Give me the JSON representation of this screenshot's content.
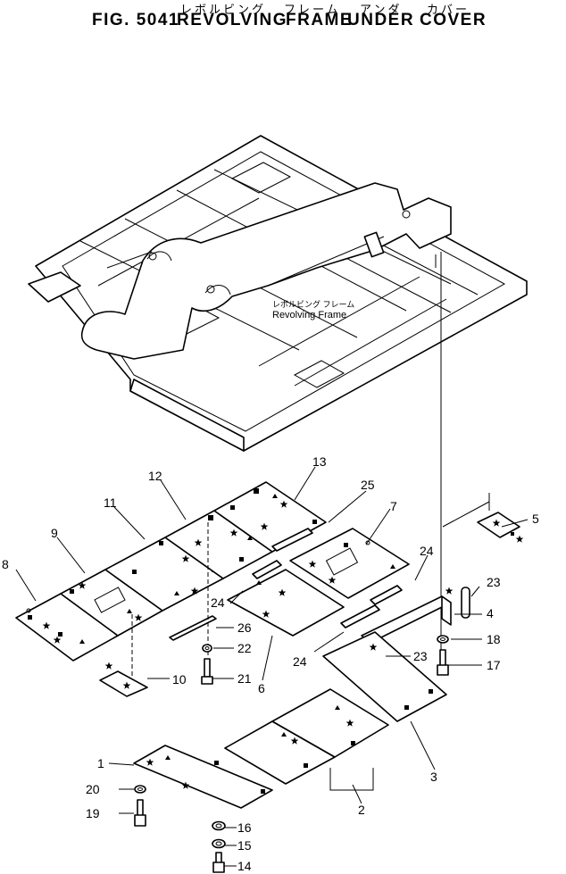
{
  "title": {
    "jp_words": [
      "レボルビング",
      "フレーム",
      "アンダ",
      "カバー"
    ],
    "fig_no": "FIG. 5041",
    "words": [
      "REVOLVING",
      "FRAME",
      "UNDER",
      "COVER"
    ]
  },
  "frame_label": {
    "jp": "レボルビング フレーム",
    "en": "Revolving Frame"
  },
  "callouts": [
    "1",
    "2",
    "3",
    "4",
    "5",
    "6",
    "7",
    "8",
    "9",
    "10",
    "11",
    "12",
    "13",
    "14",
    "15",
    "16",
    "17",
    "18",
    "19",
    "20",
    "21",
    "22",
    "23",
    "23",
    "24",
    "24",
    "24",
    "25",
    "26"
  ]
}
